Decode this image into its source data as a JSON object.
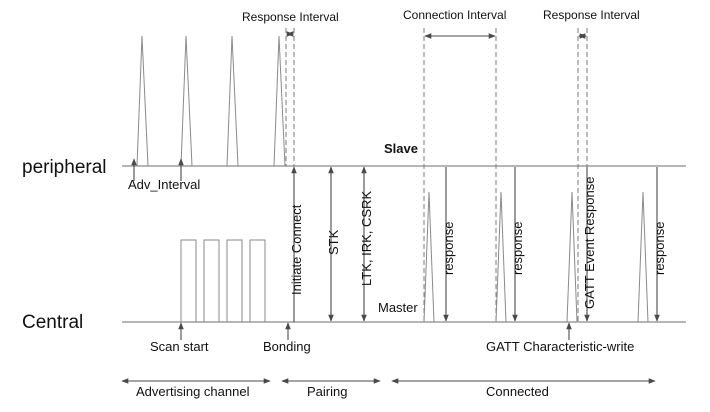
{
  "rows": {
    "peripheral": "peripheral",
    "central": "Central"
  },
  "labels": {
    "slave": "Slave",
    "master": "Master",
    "adv_interval": "Adv_Interval",
    "scan_start": "Scan start",
    "bonding": "Bonding",
    "gatt_write": "GATT Characteristic-write"
  },
  "intervals": {
    "response_1": "Response Interval",
    "connection": "Connection Interval",
    "response_2": "Response Interval"
  },
  "vertical_labels": {
    "initiate_connect": "Initiate Connect",
    "stk": "STK",
    "ltk": "LTK, IRK, CSRK",
    "response_1": "response",
    "response_2": "response",
    "gatt_event": "GATT Event Response",
    "response_3": "response"
  },
  "phases": {
    "advertising": "Advertising channel",
    "pairing": "Pairing",
    "connected": "Connected"
  }
}
